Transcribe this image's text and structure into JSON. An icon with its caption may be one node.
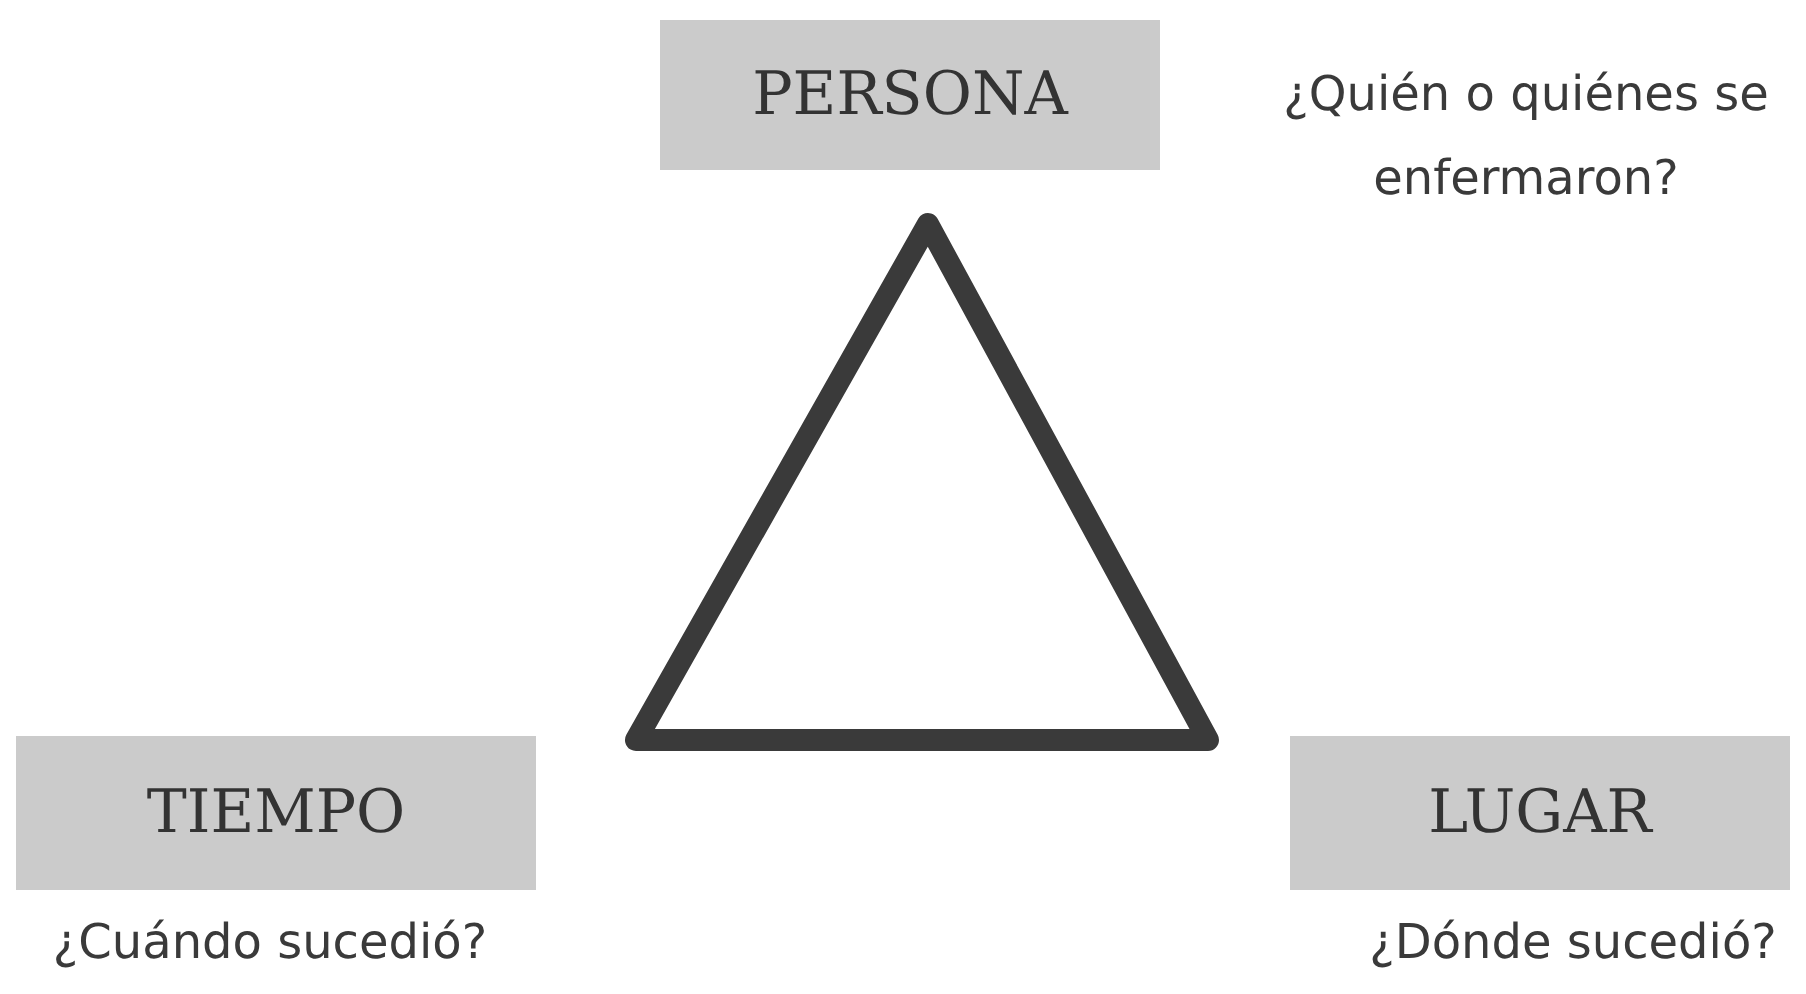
{
  "diagram": {
    "nodes": [
      {
        "text": [
          "PERSONA"
        ],
        "beside": [
          "¿Quién o quiénes se enfermaron?"
        ]
      },
      {
        "text": [],
        "shape": "triangle"
      },
      {
        "text": [
          "TIEMPO"
        ],
        "beside": [
          "¿Cuándo sucedió?"
        ]
      },
      {
        "text": [
          "LUGAR"
        ],
        "beside": [
          "¿Dónde sucedió?"
        ]
      }
    ]
  }
}
